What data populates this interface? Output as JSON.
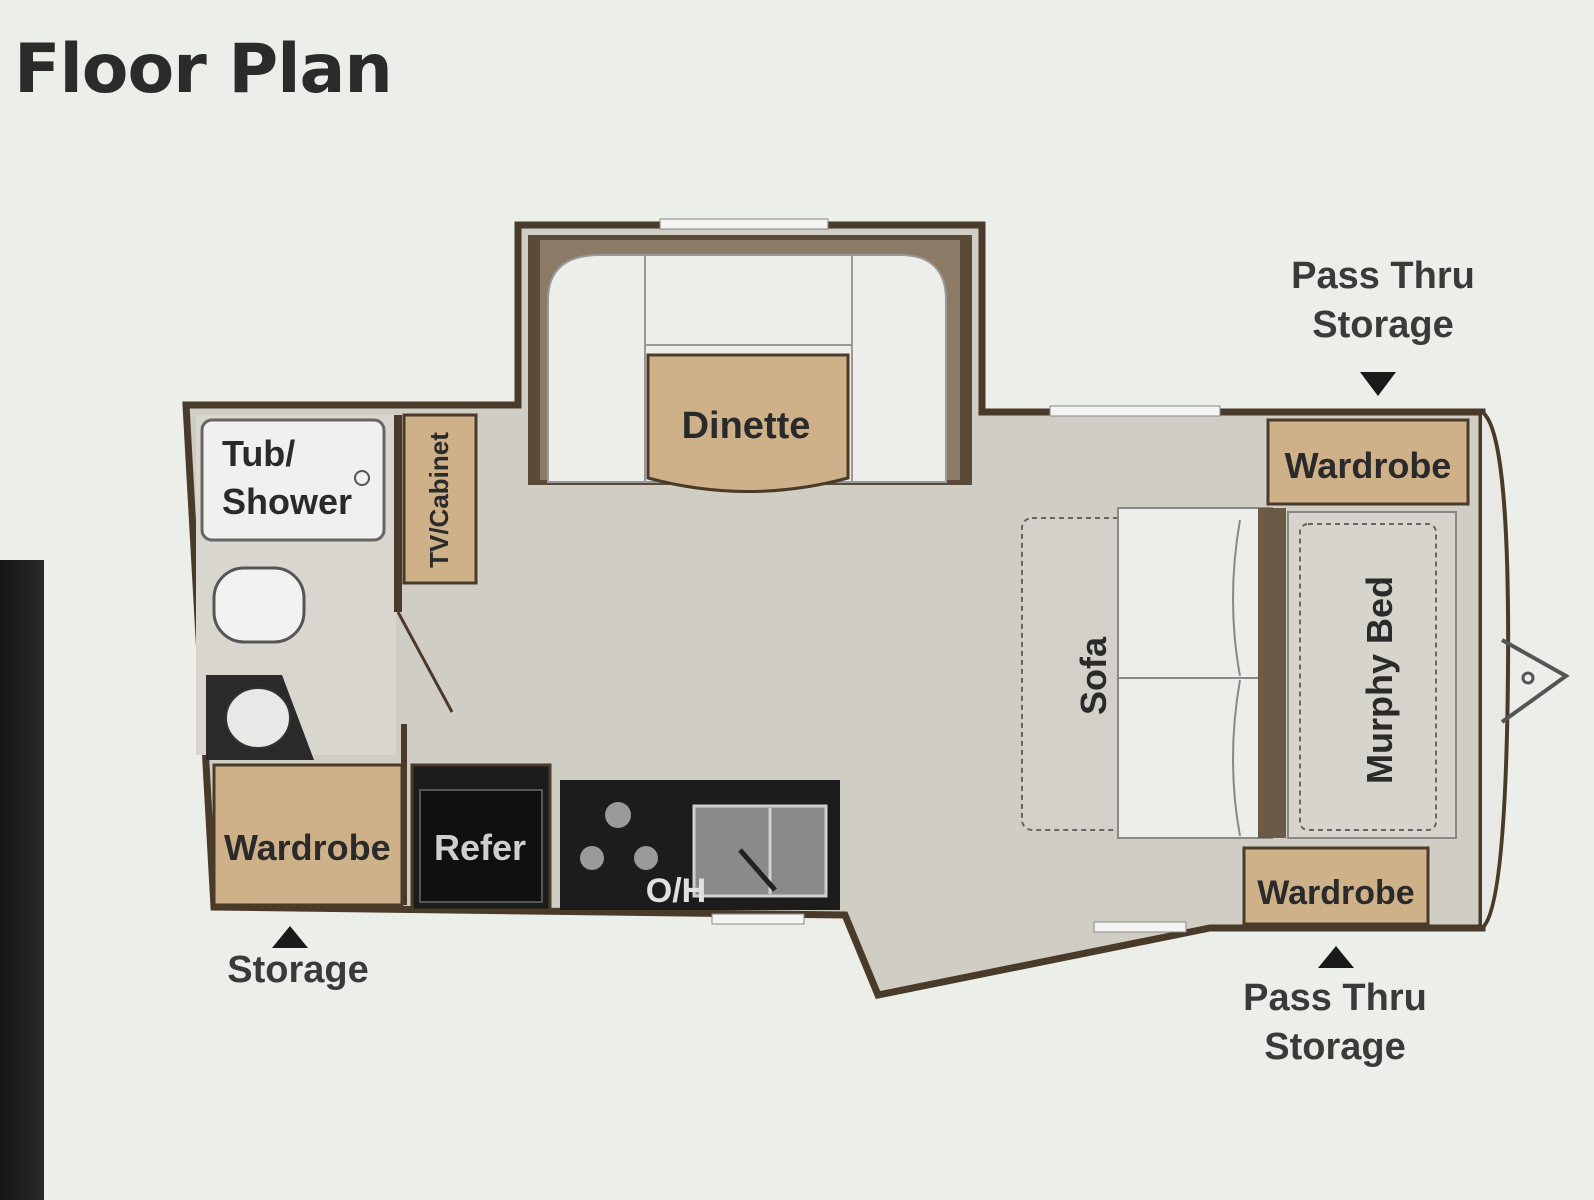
{
  "title": "Floor Plan",
  "labels": {
    "dinette": "Dinette",
    "tub_shower_line1": "Tub/",
    "tub_shower_line2": "Shower",
    "tv_cabinet": "TV/Cabinet",
    "wardrobe": "Wardrobe",
    "refer": "Refer",
    "oh": "O/H",
    "sofa": "Sofa",
    "murphy_bed": "Murphy Bed"
  },
  "exterior_labels": {
    "pass_thru_top": {
      "line1": "Pass Thru",
      "line2": "Storage"
    },
    "pass_thru_bottom": {
      "line1": "Pass Thru",
      "line2": "Storage"
    },
    "storage_bottom_left": "Storage"
  },
  "colors": {
    "wall": "#4a3a2a",
    "floor": "#cfcdc4",
    "cabinet": "#cfb189",
    "cushion": "#ececE8",
    "dark_appliance": "#1c1c1c"
  }
}
